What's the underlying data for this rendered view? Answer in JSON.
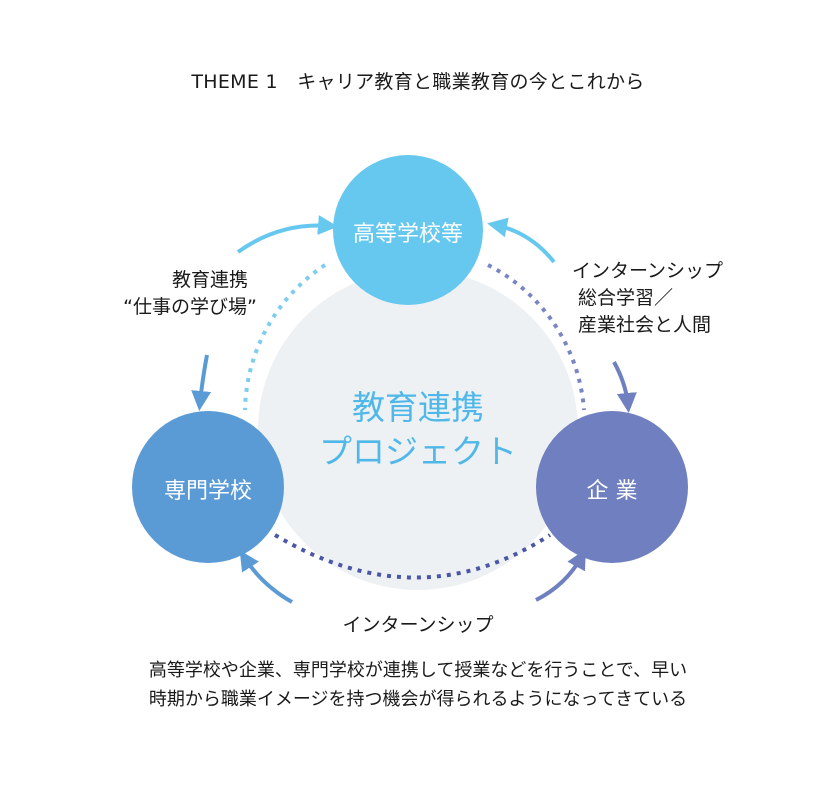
{
  "title": "THEME 1　キャリア教育と職業教育の今とこれから",
  "center": {
    "line1": "教育連携",
    "line2": "プロジェクト"
  },
  "nodes": {
    "high_school": {
      "label": "高等学校等",
      "color": "#66c8ef"
    },
    "vocational_school": {
      "label": "専門学校",
      "color": "#5b9bd5"
    },
    "company": {
      "label": "企 業",
      "color": "#6f7fbf"
    }
  },
  "edges": {
    "left": {
      "line1": "教育連携",
      "line2": "“仕事の学び場”"
    },
    "right": {
      "line1": "インターンシップ",
      "line2": "総合学習／",
      "line3": "産業社会と人間"
    },
    "bottom": {
      "line1": "インターンシップ"
    }
  },
  "description": {
    "line1": "高等学校や企業、専門学校が連携して授業などを行うことで、早い",
    "line2": "時期から職業イメージを持つ機会が得られるようになってきている"
  },
  "colors": {
    "center_bg": "#eef1f4",
    "dotted_top": "#7dcdf0",
    "dotted_bottom": "#4a57a8",
    "arrow_left_top": "#66c8ef",
    "arrow_left_bottom": "#5b9bd5",
    "arrow_right": "#6f7fbf"
  }
}
